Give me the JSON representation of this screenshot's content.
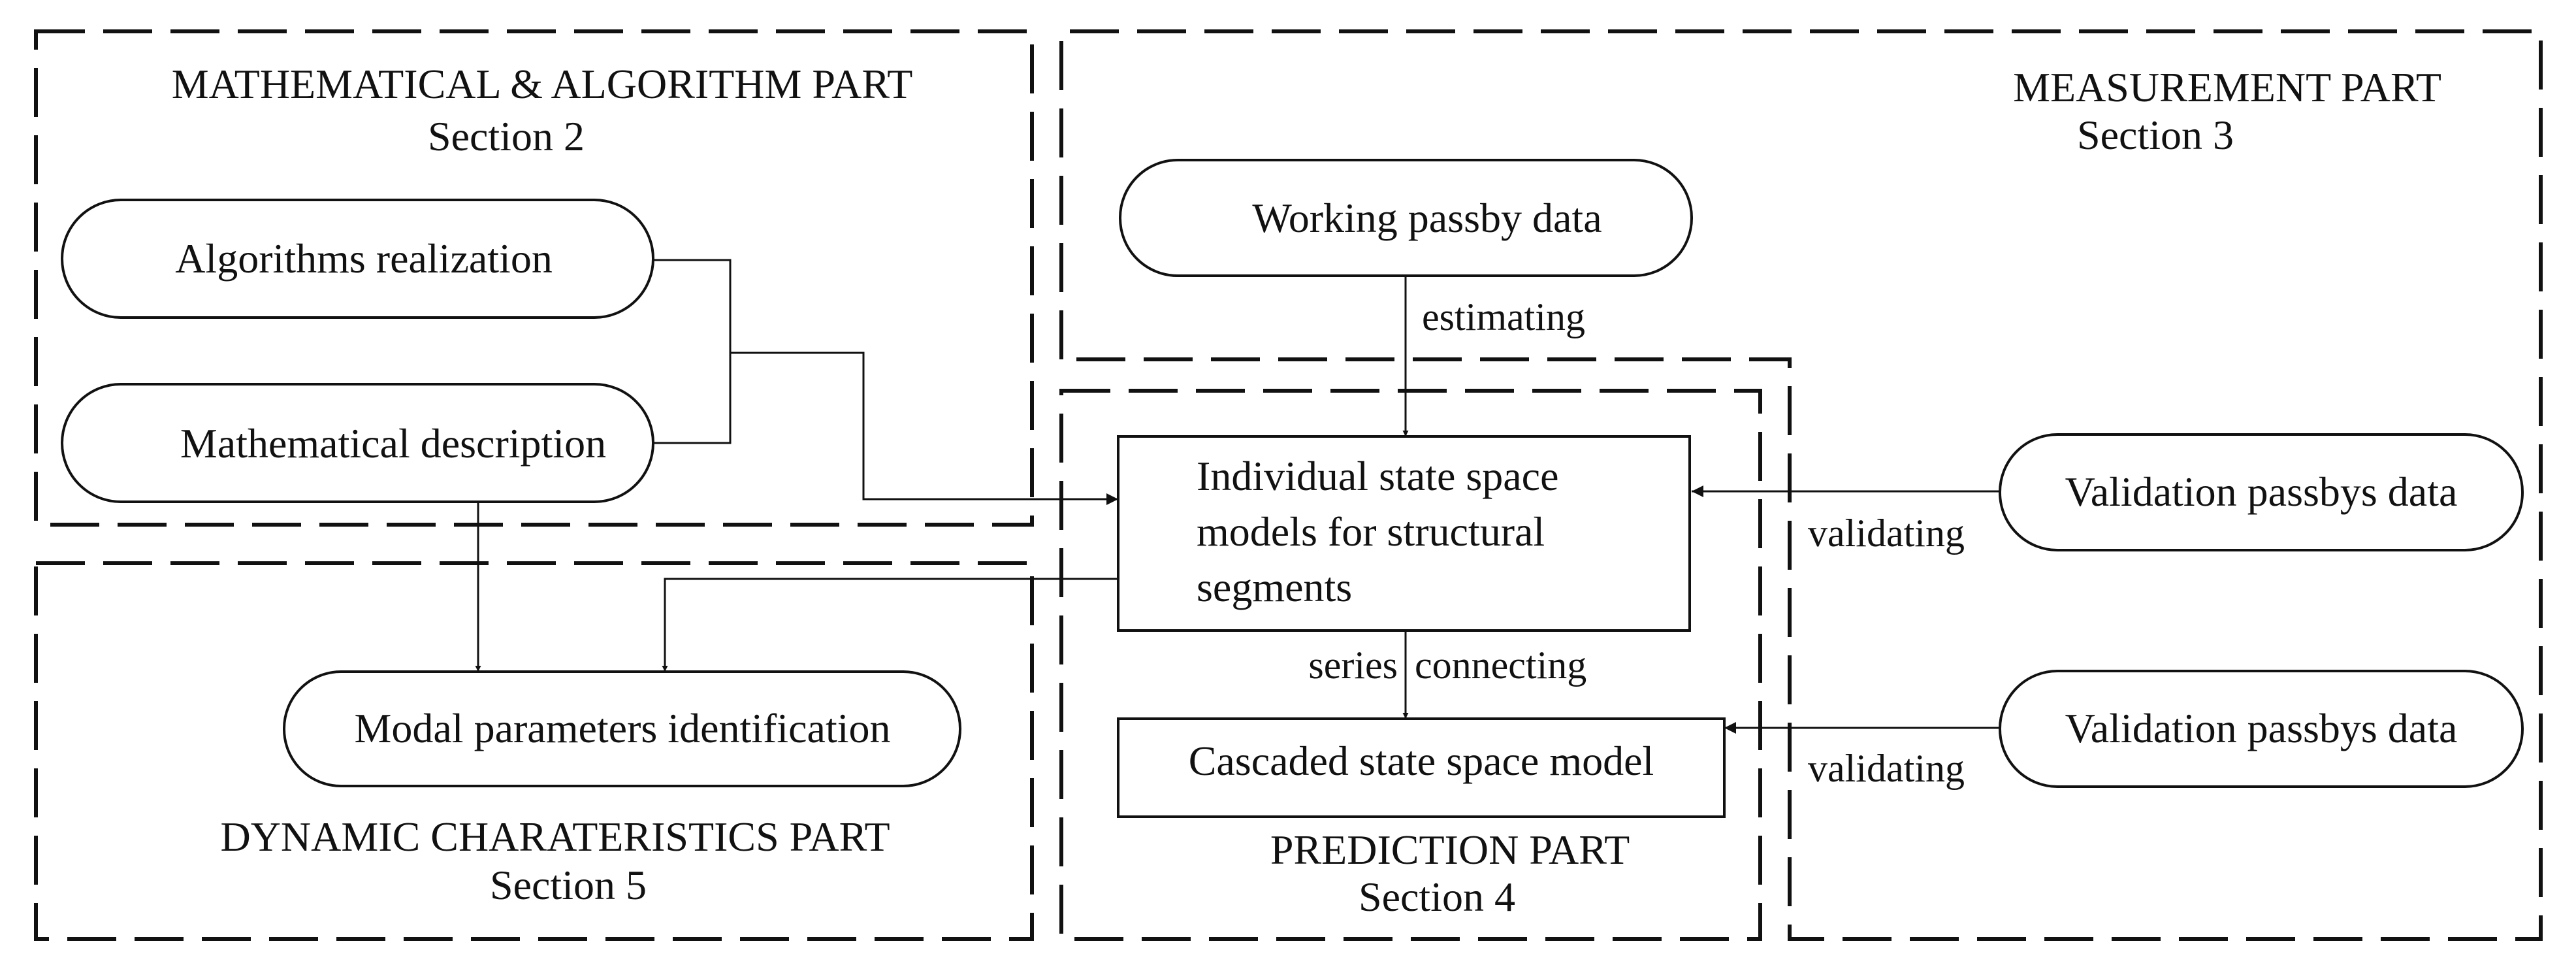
{
  "regions": {
    "math": {
      "title": "MATHEMATICAL & ALGORITHM PART",
      "section": "Section 2"
    },
    "measurement": {
      "title": "MEASUREMENT PART",
      "section": "Section 3"
    },
    "prediction": {
      "title": "PREDICTION PART",
      "section": "Section 4"
    },
    "dynamic": {
      "title": "DYNAMIC CHARATERISTICS PART",
      "section": "Section 5"
    }
  },
  "nodes": {
    "algorithms": "Algorithms realization",
    "mathematical": "Mathematical description",
    "working_passby": "Working passby data",
    "individual": [
      "Individual state space",
      "models for structural",
      "segments"
    ],
    "cascaded": "Cascaded state space model",
    "modal": "Modal parameters identification",
    "validation_1": "Validation passbys data",
    "validation_2": "Validation passbys data"
  },
  "edges": {
    "estimating": "estimating",
    "series": "series",
    "connecting": "connecting",
    "validating_1": "validating",
    "validating_2": "validating"
  },
  "colors": {
    "stroke": "#111111",
    "background": "#ffffff"
  }
}
